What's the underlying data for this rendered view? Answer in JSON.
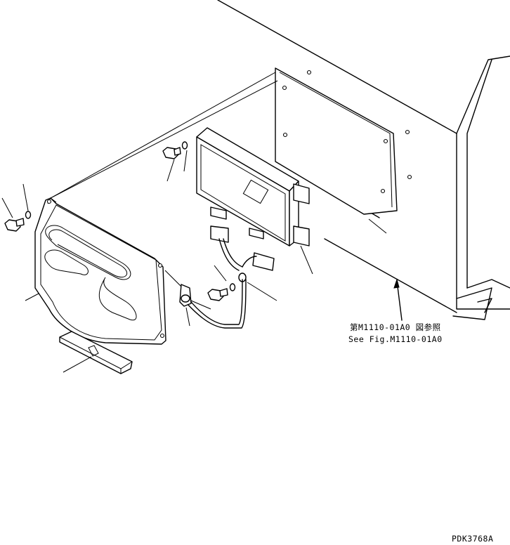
{
  "reference": {
    "jp": "第M1110-01A0 図参照",
    "en": "See Fig.M1110-01A0"
  },
  "drawing_id": "PDK3768A"
}
